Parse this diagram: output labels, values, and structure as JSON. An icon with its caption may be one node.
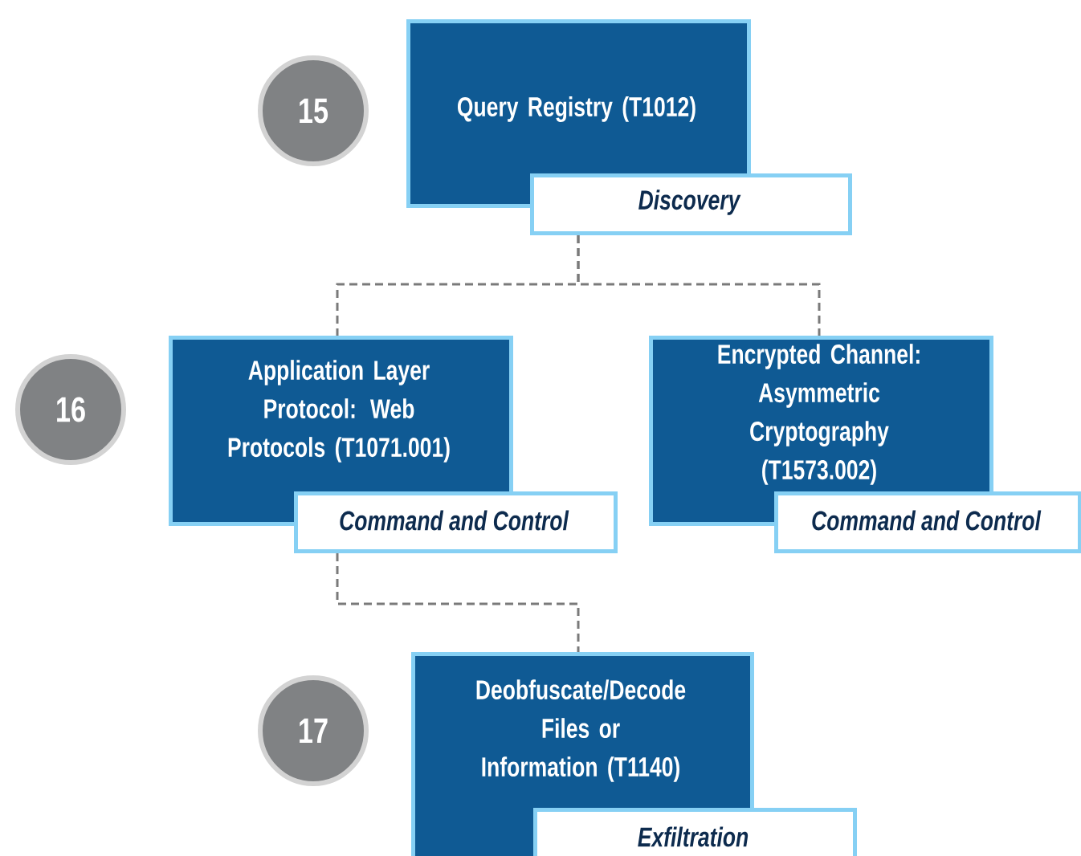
{
  "diagram": {
    "nodes": [
      {
        "text": [
          "15"
        ]
      },
      {
        "text": [
          "Query Registry (T1012)"
        ]
      },
      {
        "text": [
          "Discovery"
        ]
      },
      {
        "text": [
          "16"
        ]
      },
      {
        "text": [
          "Application Layer Protocol: Web Protocols (T1071.001)"
        ]
      },
      {
        "text": [
          "Command and Control"
        ]
      },
      {
        "text": [
          "Encrypted Channel: Asymmetric Cryptography (T1573.002)"
        ]
      },
      {
        "text": [
          "Command and Control"
        ]
      },
      {
        "text": [
          "17"
        ]
      },
      {
        "text": [
          "Deobfuscate/Decode Files or Information (T1140)"
        ]
      },
      {
        "text": [
          "Exfiltration"
        ]
      }
    ],
    "edges": [
      {
        "from": 2,
        "to": 4,
        "arrow": "none",
        "style": "dashed"
      },
      {
        "from": 2,
        "to": 6,
        "arrow": "none",
        "style": "dashed"
      },
      {
        "from": 5,
        "to": 9,
        "arrow": "none",
        "style": "dashed"
      }
    ]
  }
}
